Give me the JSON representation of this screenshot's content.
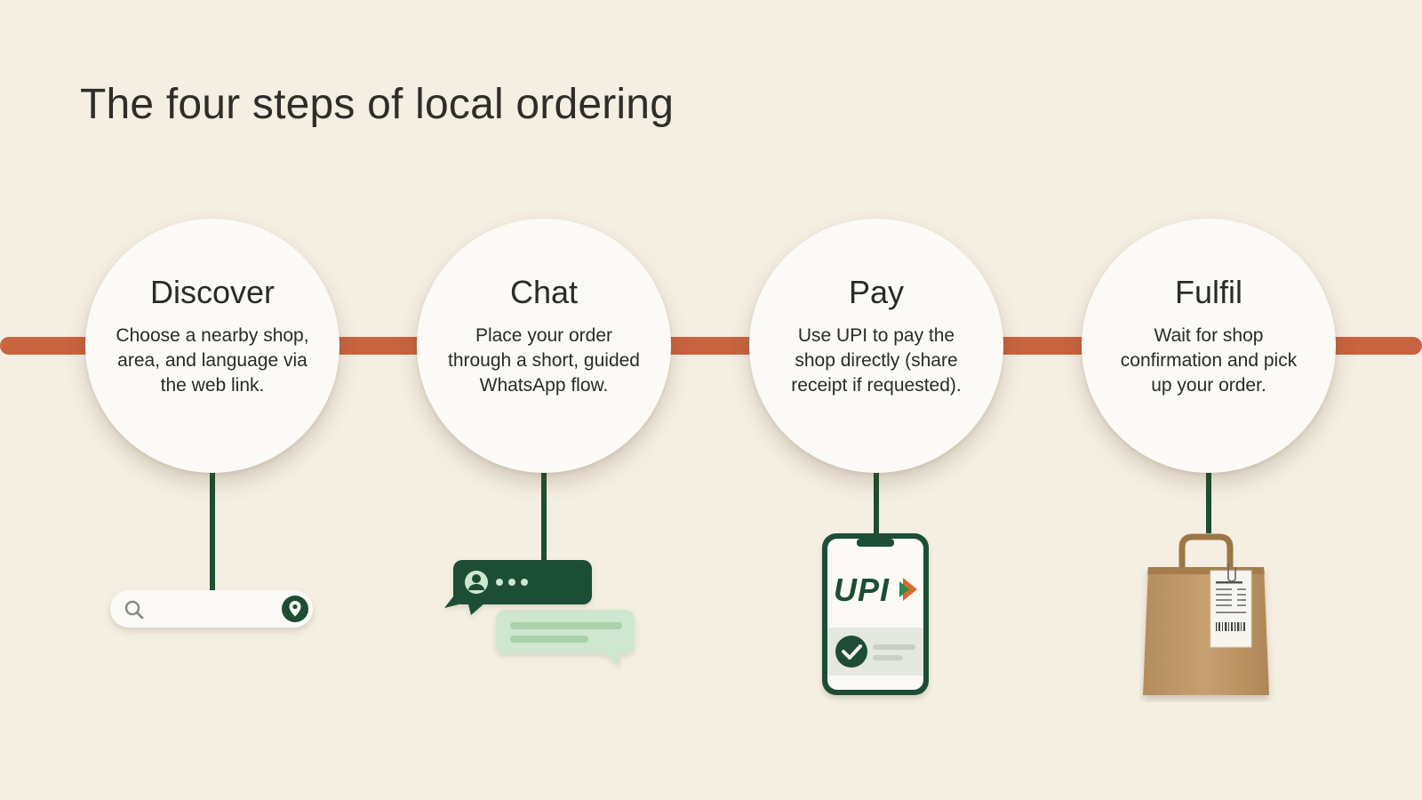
{
  "title": "The four steps of local ordering",
  "steps": [
    {
      "title": "Discover",
      "description": "Choose a nearby shop, area, and language via the web link.",
      "icon": "search-bar-location-icon"
    },
    {
      "title": "Chat",
      "description": "Place your order through a short, guided WhatsApp flow.",
      "icon": "chat-bubbles-icon"
    },
    {
      "title": "Pay",
      "description": "Use UPI to pay the shop directly (share receipt if requested).",
      "icon": "upi-phone-icon"
    },
    {
      "title": "Fulfil",
      "description": "Wait for shop confirmation and pick up your order.",
      "icon": "paper-bag-receipt-icon"
    }
  ],
  "colors": {
    "background": "#f5efe3",
    "timeline": "#c8643f",
    "connector": "#1e4d34",
    "circle": "#fbfaf7",
    "dark_green": "#1e4d34",
    "light_green": "#cfe7cf"
  },
  "upi_logo_text": "UPI"
}
